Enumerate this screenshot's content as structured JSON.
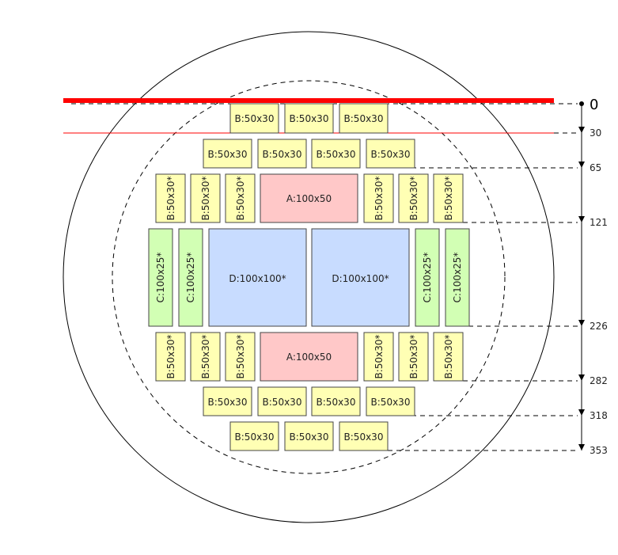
{
  "colors": {
    "type_a": "#ffc8c8",
    "type_b": "#ffffb4",
    "type_c": "#d2ffb4",
    "type_d": "#c8dcff",
    "border": "#444444",
    "red_line": "#ff0000"
  },
  "scale": {
    "zero": "0",
    "marks": [
      "30",
      "65",
      "121",
      "226",
      "282",
      "318",
      "353"
    ]
  },
  "blocks": {
    "row1": [
      "B:50x30",
      "B:50x30",
      "B:50x30"
    ],
    "row2": [
      "B:50x30",
      "B:50x30",
      "B:50x30",
      "B:50x30"
    ],
    "row3_left": [
      "B:50x30*",
      "B:50x30*",
      "B:50x30*"
    ],
    "row3_center": "A:100x50",
    "row3_right": [
      "B:50x30*",
      "B:50x30*",
      "B:50x30*"
    ],
    "row4_left": [
      "C:100x25*",
      "C:100x25*"
    ],
    "row4_center": [
      "D:100x100*",
      "D:100x100*"
    ],
    "row4_right": [
      "C:100x25*",
      "C:100x25*"
    ],
    "row5_left": [
      "B:50x30*",
      "B:50x30*",
      "B:50x30*"
    ],
    "row5_center": "A:100x50",
    "row5_right": [
      "B:50x30*",
      "B:50x30*",
      "B:50x30*"
    ],
    "row6": [
      "B:50x30",
      "B:50x30",
      "B:50x30",
      "B:50x30"
    ],
    "row7": [
      "B:50x30",
      "B:50x30",
      "B:50x30"
    ]
  }
}
